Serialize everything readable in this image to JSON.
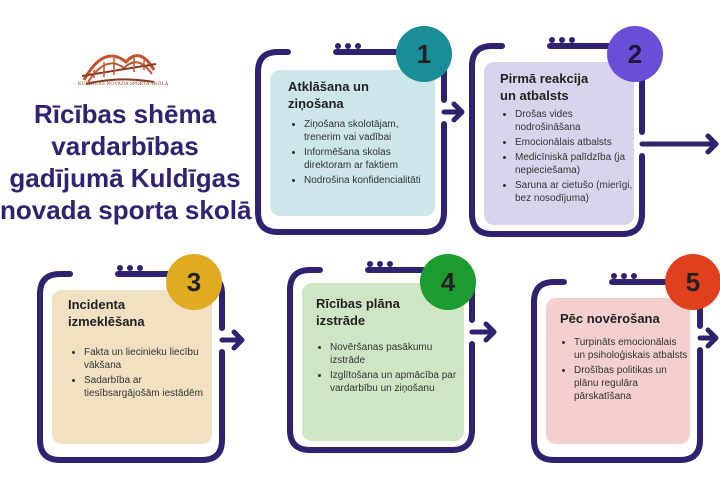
{
  "logo": {
    "text": "KULDĪGAS NOVADA SPORTA SKOLA"
  },
  "title_lines": [
    "Rīcības shēma",
    "vardarbības",
    "gadījumā Kuldīgas",
    "novada sporta skolā"
  ],
  "colors": {
    "dark": "#2f2270",
    "step1_circle": "#1a8e96",
    "step1_card": "#cce6ea",
    "step2_circle": "#6a4fd6",
    "step2_card": "#d9d3ec",
    "step3_circle": "#e0ac1f",
    "step3_card": "#f2e0c2",
    "step4_circle": "#1c9b31",
    "step4_card": "#cfe6c4",
    "step5_circle": "#e1401f",
    "step5_card": "#f4cfd0"
  },
  "steps": [
    {
      "number": "1",
      "title_lines": [
        "Atklāšana un",
        "ziņošana"
      ],
      "items": [
        "Ziņošana skolotājam, trenerim vai vadībai",
        "Informēšana skolas direktoram ar faktiem",
        "Nodrošina konfidencialitāti"
      ]
    },
    {
      "number": "2",
      "title_lines": [
        "Pirmā reakcija",
        "un atbalsts"
      ],
      "items": [
        "Drošas vides nodrošināšana",
        "Emocionālais atbalsts",
        "Medicīniskā palīdzība (ja nepieciešama)",
        "Saruna ar cietušo (mierīgi, bez nosodījuma)"
      ]
    },
    {
      "number": "3",
      "title_lines": [
        "Incidenta",
        "izmeklēšana"
      ],
      "items": [
        "Fakta un liecinieku liecību vākšana",
        "Sadarbība ar tiesībsargājošām iestādēm"
      ]
    },
    {
      "number": "4",
      "title_lines": [
        "Rīcības plāna",
        "izstrāde"
      ],
      "items": [
        "Novēršanas pasākumu izstrāde",
        "Izglītošana un apmācība par vardarbību un ziņošanu"
      ]
    },
    {
      "number": "5",
      "title_lines": [
        "Pēc novērošana"
      ],
      "items": [
        "Turpināts emocionālais un psiholoģiskais atbalsts",
        "Drošības politikas un plānu regulāra pārskatīšana"
      ]
    }
  ]
}
